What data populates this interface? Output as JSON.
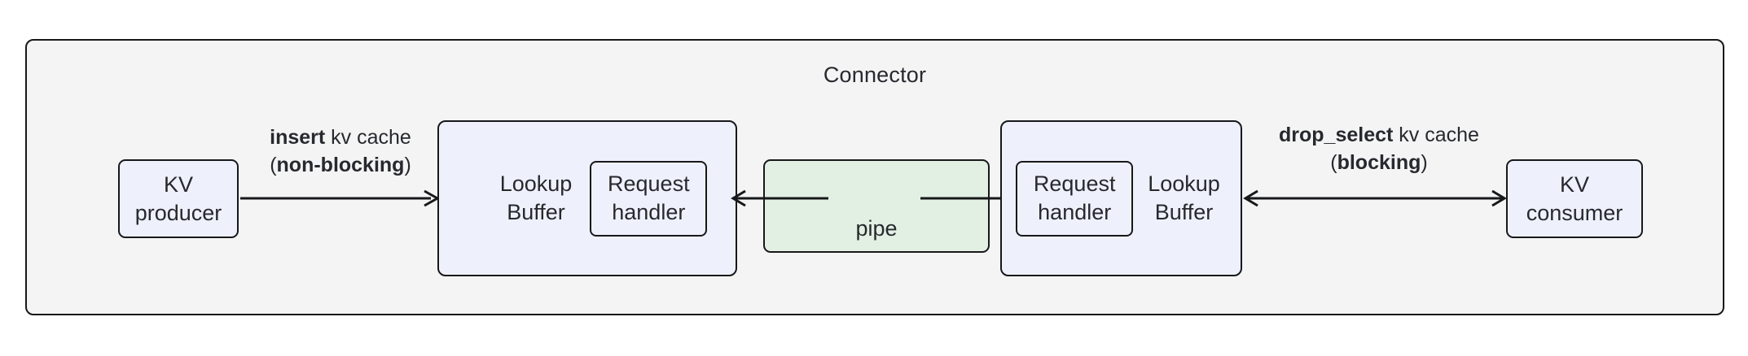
{
  "diagram": {
    "title": "Connector",
    "colors": {
      "container_bg": "#f4f4f4",
      "node_bg": "#eef1fc",
      "pipe_bg": "#e2f0e3",
      "stroke": "#17181a",
      "text": "#27292e"
    },
    "nodes": {
      "kv_producer": "KV\nproducer",
      "kv_consumer": "KV\nconsumer",
      "lookup_buffer_left": "Lookup\nBuffer",
      "lookup_buffer_right": "Lookup\nBuffer",
      "request_handler_left": "Request\nhandler",
      "request_handler_right": "Request\nhandler",
      "pipe": "pipe"
    },
    "edges": {
      "insert": {
        "bold_1": "insert",
        "plain_1": " kv cache",
        "open_paren": "(",
        "bold_2": "non-blocking",
        "close_paren": ")",
        "direction": "right"
      },
      "drop_select": {
        "bold_1": "drop_select",
        "plain_1": " kv cache",
        "open_paren": "(",
        "bold_2": "blocking",
        "close_paren": ")",
        "direction": "both"
      },
      "pipe_to_left": {
        "direction": "left"
      },
      "pipe_to_right": {
        "direction": "right"
      }
    }
  }
}
